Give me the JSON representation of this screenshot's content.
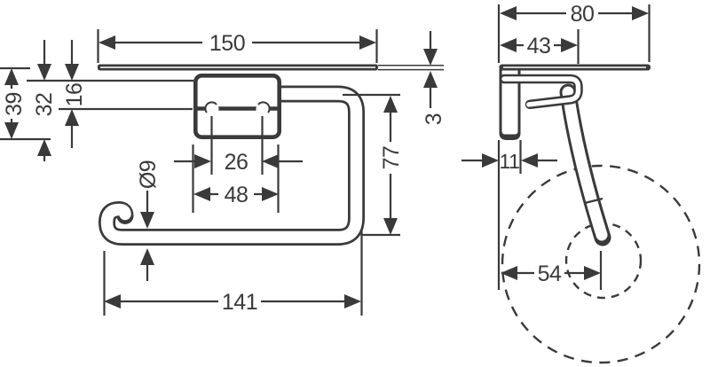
{
  "colors": {
    "line": "#3a3a3a",
    "background": "#ffffff"
  },
  "views": {
    "front": {
      "label_150": "150",
      "label_39": "39",
      "label_32": "32",
      "label_16": "16",
      "label_3": "3",
      "label_77": "77",
      "label_o9": "Ø9",
      "label_26": "26",
      "label_48": "48",
      "label_141": "141"
    },
    "side": {
      "label_80": "80",
      "label_43": "43",
      "label_11": "11",
      "label_54": "54"
    }
  }
}
